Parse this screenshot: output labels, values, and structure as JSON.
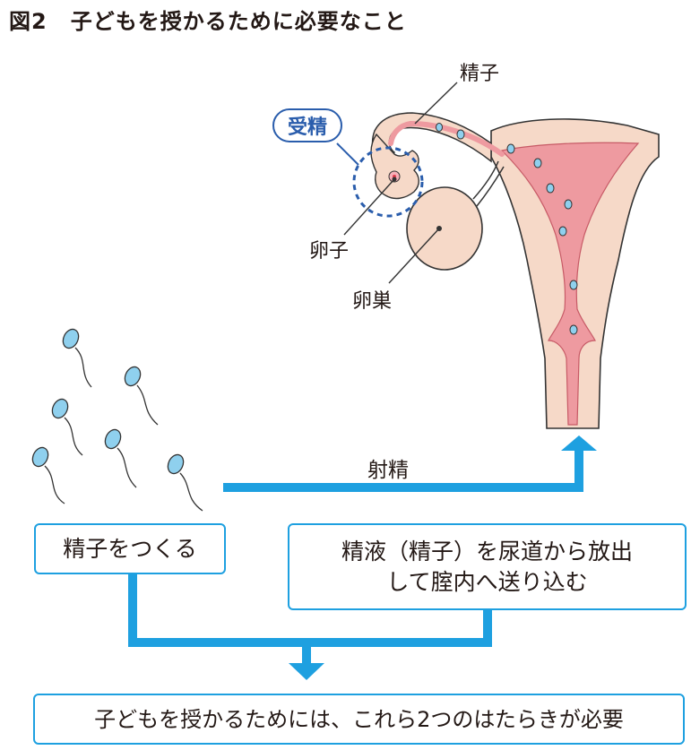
{
  "title": {
    "number": "図2",
    "text": "子どもを授かるために必要なこと"
  },
  "labels": {
    "sperm": "精子",
    "fertilization": "受精",
    "egg": "卵子",
    "ovary": "卵巣",
    "ejaculation": "射精"
  },
  "boxes": {
    "make_sperm": "精子をつくる",
    "send_line1": "精液（精子）を尿道から放出",
    "send_line2": "して腟内へ送り込む",
    "conclusion": "子どもを授かるためには、これら2つのはたらきが必要"
  },
  "colors": {
    "arrow_blue": "#1ea0e0",
    "fertilization_blue": "#2a5dac",
    "uterus_outer": "#f6d9c8",
    "uterus_inner": "#ee9aa0",
    "sperm_head": "#8fd0ee"
  }
}
